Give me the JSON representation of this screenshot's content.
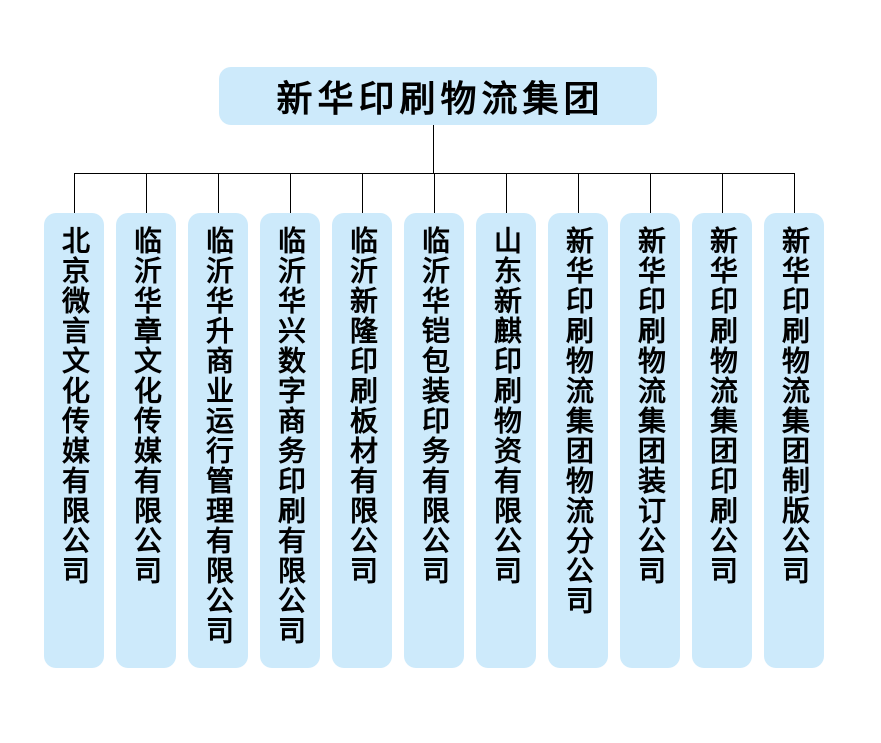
{
  "page": {
    "background": "#ffffff"
  },
  "chart_data": {
    "type": "org-chart",
    "root": {
      "label": "新华印刷物流集团"
    },
    "children": [
      "北京微言文化传媒有限公司",
      "临沂华章文化传媒有限公司",
      "临沂华升商业运行管理有限公司",
      "临沂华兴数字商务印刷有限公司",
      "临沂新隆印刷板材有限公司",
      "临沂华铠包装印务有限公司",
      "山东新麒印刷物资有限公司",
      "新华印刷物流集团物流分公司",
      "新华印刷物流集团装订公司",
      "新华印刷物流集团印刷公司",
      "新华印刷物流集团制版公司"
    ],
    "layout": {
      "orientation": "root-top",
      "child_text_direction": "vertical",
      "child_count": 11
    },
    "colors": {
      "node_fill": "#cdeafb",
      "line": "#000000",
      "text": "#000000"
    }
  }
}
